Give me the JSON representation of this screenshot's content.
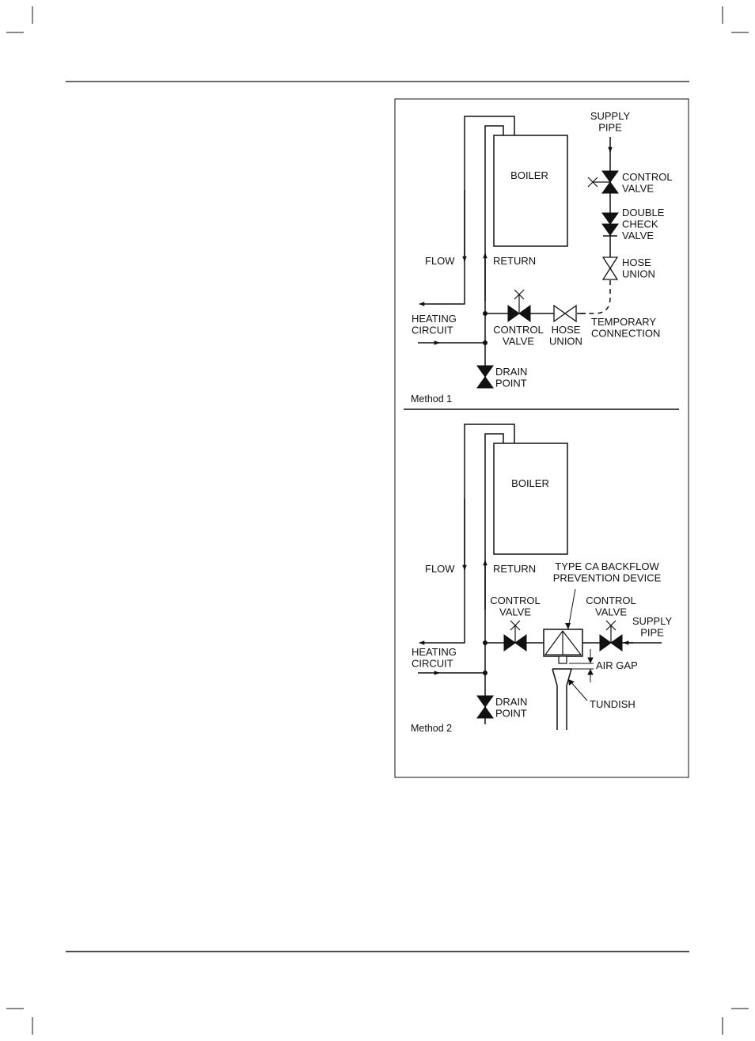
{
  "method1": {
    "caption": "Method 1",
    "boiler": "BOILER",
    "flow": "FLOW",
    "return": "RETURN",
    "heating_circuit": [
      "HEATING",
      "CIRCUIT"
    ],
    "supply_pipe": [
      "SUPPLY",
      "PIPE"
    ],
    "control_valve_supply": [
      "CONTROL",
      "VALVE"
    ],
    "double_check_valve": [
      "DOUBLE",
      "CHECK",
      "VALVE"
    ],
    "hose_union_vertical": [
      "HOSE",
      "UNION"
    ],
    "control_valve_horizontal": [
      "CONTROL",
      "VALVE"
    ],
    "hose_union_horizontal": [
      "HOSE",
      "UNION"
    ],
    "temporary_connection": [
      "TEMPORARY",
      "CONNECTION"
    ],
    "drain_point": [
      "DRAIN",
      "POINT"
    ]
  },
  "method2": {
    "caption": "Method 2",
    "boiler": "BOILER",
    "flow": "FLOW",
    "return": "RETURN",
    "heating_circuit": [
      "HEATING",
      "CIRCUIT"
    ],
    "backflow_device": [
      "TYPE CA BACKFLOW",
      "PREVENTION DEVICE"
    ],
    "control_valve_left": [
      "CONTROL",
      "VALVE"
    ],
    "control_valve_right": [
      "CONTROL",
      "VALVE"
    ],
    "supply_pipe": [
      "SUPPLY",
      "PIPE"
    ],
    "air_gap": "AIR GAP",
    "tundish": "TUNDISH",
    "drain_point": [
      "DRAIN",
      "POINT"
    ]
  }
}
